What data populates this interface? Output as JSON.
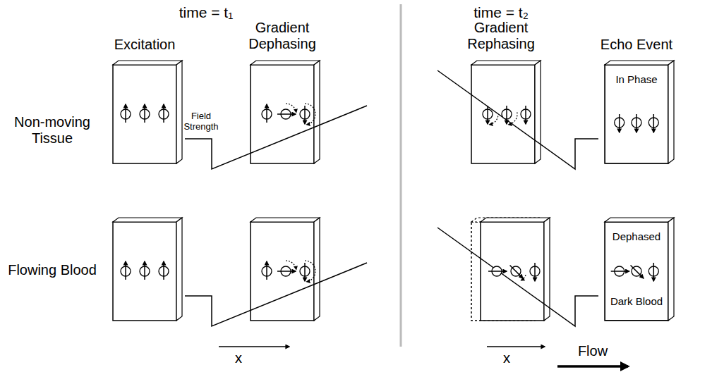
{
  "diagram": {
    "nodes": [
      {
        "text": [
          "In Phase"
        ]
      },
      {
        "text": [
          "Dephased",
          "Dark Blood"
        ]
      }
    ],
    "labels": [
      "time = t₁",
      "time = t₂",
      "Excitation",
      "Gradient Dephasing",
      "Gradient Rephasing",
      "Echo Event",
      "Non-moving Tissue",
      "Flowing Blood",
      "Field Strength",
      "x",
      "x",
      "Flow"
    ]
  }
}
